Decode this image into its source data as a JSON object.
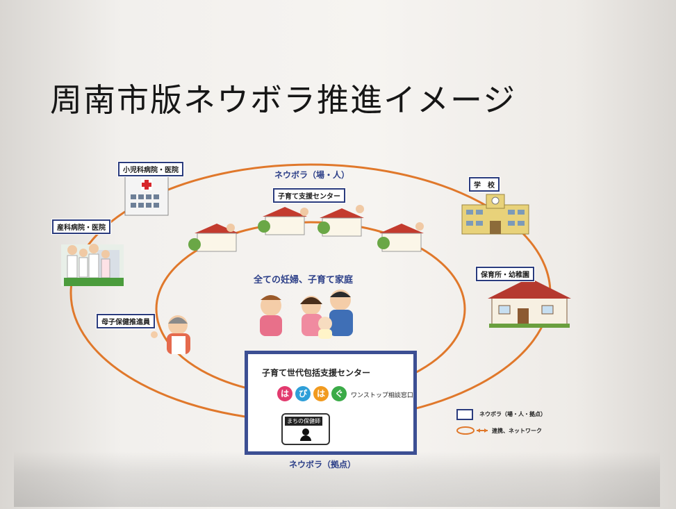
{
  "title": "周南市版ネウボラ推進イメージ",
  "labels": {
    "pediatrics": "小児科病院・医院",
    "obstetrics": "産科病院・医院",
    "neuvola_outer": "ネウボラ（場・人）",
    "childcare_center": "子育て支援センター",
    "school": "学　校",
    "nursery": "保育所・幼稚園",
    "all_families": "全ての妊婦、子育て家庭",
    "health_promoter": "母子保健推進員",
    "neuvola_base": "ネウボラ（拠点）"
  },
  "hub": {
    "title": "子育て世代包括支援センター",
    "hapihagu": [
      "は",
      "ぴ",
      "は",
      "ぐ"
    ],
    "hapihagu_colors": [
      "#e23a6e",
      "#2f9fd8",
      "#f19a1f",
      "#3bab48"
    ],
    "one_stop": "ワンストップ相談窓口",
    "machi": "まちの保健師"
  },
  "legend": {
    "box_item": "ネウボラ（場・人・拠点）",
    "line_item": "連携、ネットワーク"
  },
  "colors": {
    "network_line": "#e0782b",
    "label_border": "#2a3b7d",
    "hub_border": "#3c4f93"
  }
}
